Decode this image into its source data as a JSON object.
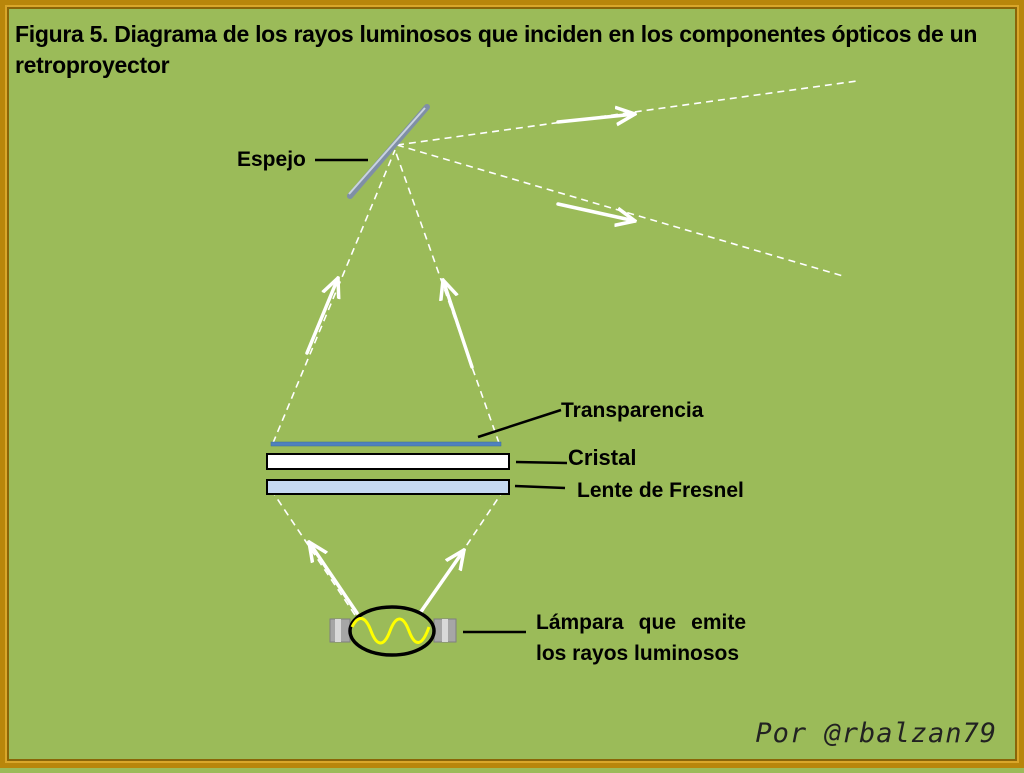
{
  "title": "Figura 5. Diagrama de los rayos luminosos que inciden en los componentes ópticos de un retroproyector",
  "labels": {
    "espejo": "Espejo",
    "transparencia": "Transparencia",
    "cristal": "Cristal",
    "lente_fresnel": "Lente de Fresnel",
    "lampara_line1": "Lámpara que emite",
    "lampara_line2": "los rayos luminosos"
  },
  "credit": "Por @rbalzan79",
  "colors": {
    "background": "#9bbb59",
    "frame": "#b8860b",
    "ray": "#ffffff",
    "filament": "#ffff00",
    "transparency": "#4f81bd",
    "fresnel_lens": "#c6d9f1"
  }
}
